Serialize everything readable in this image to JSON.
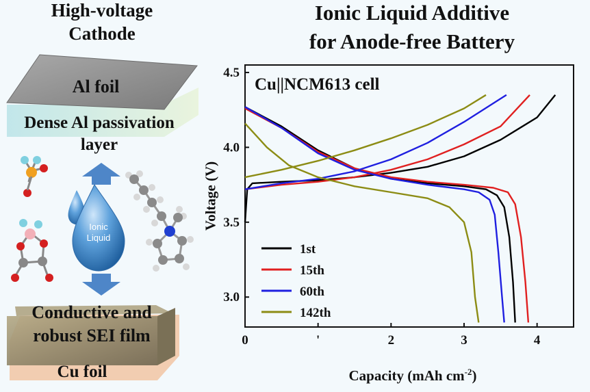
{
  "left_panel": {
    "cathode_title_line1": "High-voltage",
    "cathode_title_line2": "Cathode",
    "al_foil": "Al foil",
    "passivation_line1": "Dense Al passivation",
    "passivation_line2": "layer",
    "drop_line1": "Ionic",
    "drop_line2": "Liquid",
    "sei_line1": "Conductive and",
    "sei_line2": "robust SEI film",
    "cu_foil": "Cu foil"
  },
  "colors": {
    "background": "#f3f9fc",
    "cathode_top": "#8f8f8f",
    "cathode_front": "#c8e4e4",
    "anode_top": "#9a8f70",
    "anode_front": "#f2c8a8",
    "arrow": "#4e86c8",
    "drop": "#3a7fc0"
  },
  "chart_data": {
    "type": "line",
    "title_line1": "Ionic Liquid Additive",
    "title_line2": "for Anode-free Battery",
    "annotation": "Cu||NCM613 cell",
    "xlabel": "Capacity (mAh cm",
    "xlabel_sup": "-2",
    "xlabel_end": ")",
    "ylabel": "Voltage (V)",
    "xlim": [
      0,
      4.5
    ],
    "ylim": [
      2.8,
      4.55
    ],
    "x_ticks": [
      0,
      1,
      2,
      3,
      4
    ],
    "x_tick_labels": [
      "0",
      "'",
      "2",
      "3",
      "4"
    ],
    "y_ticks": [
      3.0,
      3.5,
      4.0,
      4.5
    ],
    "y_tick_labels": [
      "3.0",
      "3.5",
      "4.0",
      "4.5"
    ],
    "series": [
      {
        "name": "1st",
        "color": "#000000",
        "charge": [
          [
            0.0,
            3.5
          ],
          [
            0.03,
            3.72
          ],
          [
            0.1,
            3.76
          ],
          [
            0.5,
            3.77
          ],
          [
            1.0,
            3.78
          ],
          [
            1.5,
            3.8
          ],
          [
            2.0,
            3.83
          ],
          [
            2.5,
            3.87
          ],
          [
            3.0,
            3.94
          ],
          [
            3.5,
            4.05
          ],
          [
            4.0,
            4.2
          ],
          [
            4.25,
            4.35
          ]
        ],
        "discharge": [
          [
            0.0,
            4.27
          ],
          [
            0.5,
            4.14
          ],
          [
            1.0,
            3.98
          ],
          [
            1.5,
            3.86
          ],
          [
            2.0,
            3.79
          ],
          [
            2.5,
            3.76
          ],
          [
            3.0,
            3.74
          ],
          [
            3.3,
            3.72
          ],
          [
            3.45,
            3.68
          ],
          [
            3.55,
            3.6
          ],
          [
            3.62,
            3.4
          ],
          [
            3.67,
            3.1
          ],
          [
            3.7,
            2.83
          ]
        ]
      },
      {
        "name": "15th",
        "color": "#e02020",
        "charge": [
          [
            0.0,
            3.72
          ],
          [
            0.5,
            3.75
          ],
          [
            1.0,
            3.77
          ],
          [
            1.5,
            3.8
          ],
          [
            2.0,
            3.85
          ],
          [
            2.5,
            3.92
          ],
          [
            3.0,
            4.02
          ],
          [
            3.5,
            4.14
          ],
          [
            3.9,
            4.35
          ]
        ],
        "discharge": [
          [
            0.0,
            4.26
          ],
          [
            0.5,
            4.13
          ],
          [
            1.0,
            3.97
          ],
          [
            1.5,
            3.86
          ],
          [
            2.0,
            3.8
          ],
          [
            2.5,
            3.77
          ],
          [
            3.0,
            3.75
          ],
          [
            3.4,
            3.73
          ],
          [
            3.6,
            3.7
          ],
          [
            3.7,
            3.62
          ],
          [
            3.78,
            3.4
          ],
          [
            3.84,
            3.1
          ],
          [
            3.88,
            2.83
          ]
        ]
      },
      {
        "name": "60th",
        "color": "#1f1fe0",
        "charge": [
          [
            0.0,
            3.72
          ],
          [
            0.5,
            3.76
          ],
          [
            1.0,
            3.79
          ],
          [
            1.5,
            3.84
          ],
          [
            2.0,
            3.92
          ],
          [
            2.5,
            4.03
          ],
          [
            3.0,
            4.17
          ],
          [
            3.58,
            4.35
          ]
        ],
        "discharge": [
          [
            0.0,
            4.27
          ],
          [
            0.5,
            4.13
          ],
          [
            1.0,
            3.96
          ],
          [
            1.5,
            3.85
          ],
          [
            2.0,
            3.79
          ],
          [
            2.5,
            3.75
          ],
          [
            3.0,
            3.72
          ],
          [
            3.2,
            3.7
          ],
          [
            3.35,
            3.65
          ],
          [
            3.42,
            3.55
          ],
          [
            3.47,
            3.3
          ],
          [
            3.52,
            3.0
          ],
          [
            3.55,
            2.83
          ]
        ]
      },
      {
        "name": "142th",
        "color": "#8c8c14",
        "charge": [
          [
            0.0,
            3.8
          ],
          [
            0.5,
            3.85
          ],
          [
            1.0,
            3.91
          ],
          [
            1.5,
            3.98
          ],
          [
            2.0,
            4.06
          ],
          [
            2.5,
            4.15
          ],
          [
            3.0,
            4.26
          ],
          [
            3.3,
            4.35
          ]
        ],
        "discharge": [
          [
            0.0,
            4.16
          ],
          [
            0.3,
            4.0
          ],
          [
            0.6,
            3.88
          ],
          [
            1.0,
            3.8
          ],
          [
            1.5,
            3.74
          ],
          [
            2.0,
            3.7
          ],
          [
            2.5,
            3.66
          ],
          [
            2.8,
            3.6
          ],
          [
            3.0,
            3.5
          ],
          [
            3.1,
            3.3
          ],
          [
            3.15,
            3.0
          ],
          [
            3.2,
            2.83
          ]
        ]
      }
    ],
    "legend_position": "bottom-left"
  }
}
